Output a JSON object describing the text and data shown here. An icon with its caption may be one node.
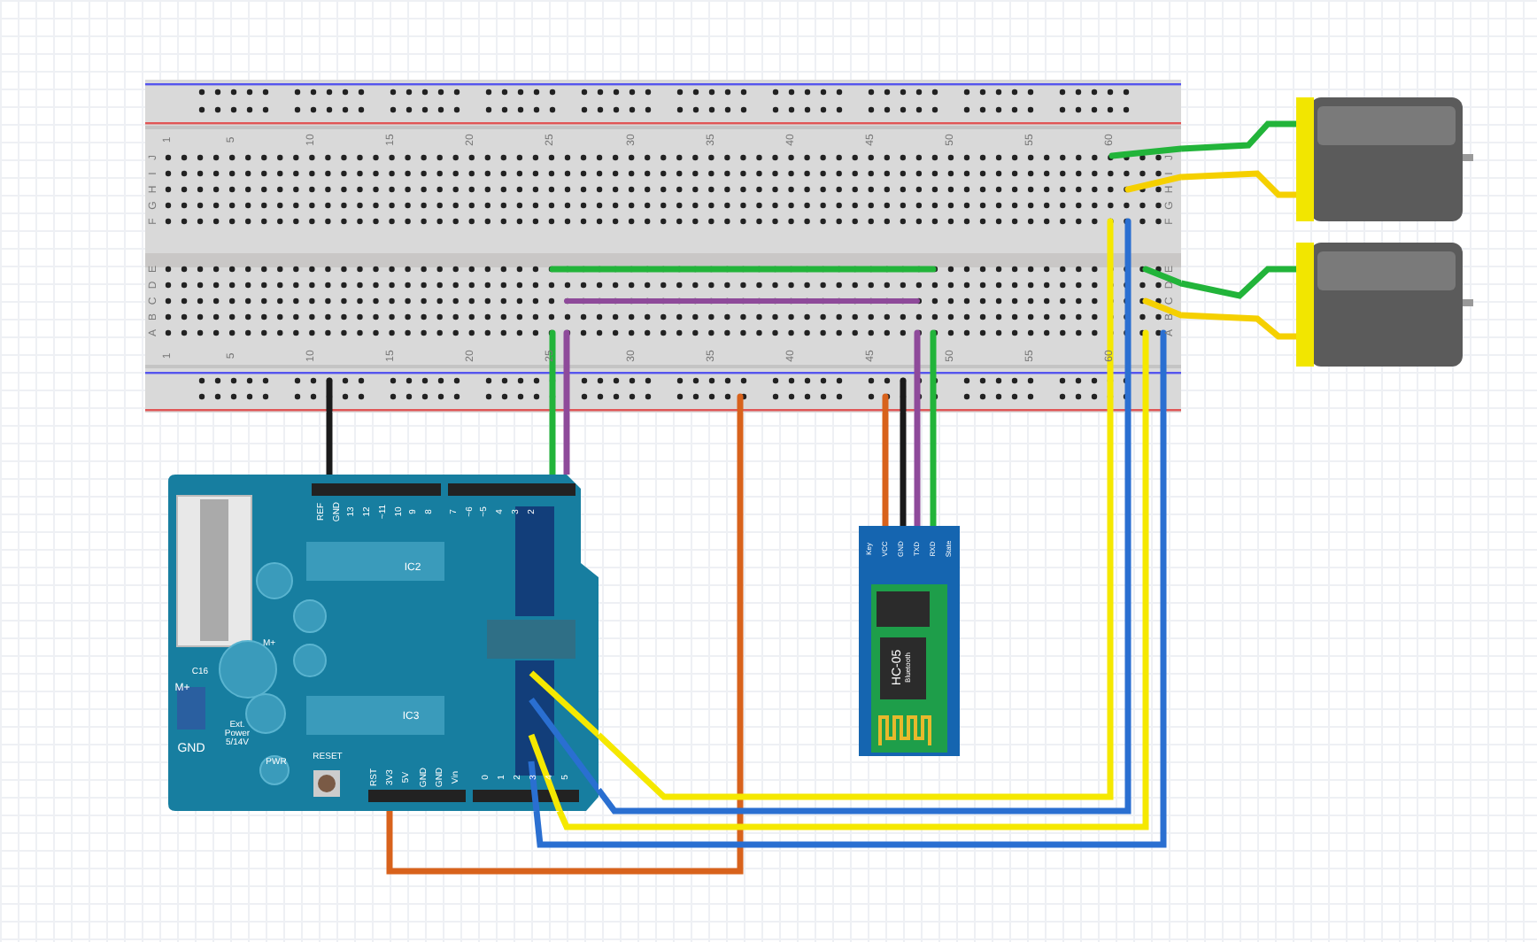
{
  "diagram": {
    "nodes": [
      {
        "text": [],
        "shape": "box"
      },
      {
        "text": [],
        "shape": "box"
      },
      {
        "text": [
          "HC-05",
          "Bluetooth"
        ]
      },
      {
        "text": [],
        "shape": "picture"
      },
      {
        "text": [],
        "shape": "picture"
      }
    ],
    "edges": [
      {
        "from": 1,
        "to": 0,
        "arrow": "none",
        "color": "#1a1a1a"
      },
      {
        "from": 1,
        "to": 0,
        "arrow": "none",
        "color": "#22b43a"
      },
      {
        "from": 1,
        "to": 0,
        "arrow": "none",
        "color": "#8e4a9a"
      },
      {
        "from": 1,
        "to": 0,
        "arrow": "none",
        "color": "#d8621c"
      },
      {
        "from": 0,
        "to": 2,
        "arrow": "none",
        "color": "#d8621c"
      },
      {
        "from": 0,
        "to": 2,
        "arrow": "none",
        "color": "#1a1a1a"
      },
      {
        "from": 0,
        "to": 2,
        "arrow": "none",
        "color": "#8e4a9a"
      },
      {
        "from": 0,
        "to": 2,
        "arrow": "none",
        "color": "#22b43a"
      },
      {
        "from": 0,
        "to": 3,
        "arrow": "none",
        "color": "#22b43a"
      },
      {
        "from": 0,
        "to": 3,
        "arrow": "none",
        "color": "#f5d000"
      },
      {
        "from": 0,
        "to": 4,
        "arrow": "none",
        "color": "#22b43a"
      },
      {
        "from": 0,
        "to": 4,
        "arrow": "none",
        "color": "#f5d000"
      },
      {
        "from": 1,
        "to": 0,
        "arrow": "none",
        "color": "#f5e800"
      },
      {
        "from": 1,
        "to": 0,
        "arrow": "none",
        "color": "#2a6fd1"
      },
      {
        "from": 1,
        "to": 0,
        "arrow": "none",
        "color": "#f5e800"
      },
      {
        "from": 1,
        "to": 0,
        "arrow": "none",
        "color": "#2a6fd1"
      }
    ],
    "labels": [
      "1",
      "5",
      "10",
      "15",
      "20",
      "25",
      "30",
      "35",
      "40",
      "45",
      "50",
      "55",
      "60",
      "J",
      "I",
      "H",
      "G",
      "F",
      "J",
      "I",
      "H",
      "G",
      "F",
      "E",
      "D",
      "C",
      "B",
      "A",
      "E",
      "D",
      "C",
      "B",
      "A",
      "1",
      "5",
      "10",
      "15",
      "20",
      "25",
      "30",
      "35",
      "40",
      "45",
      "50",
      "55",
      "60",
      "REF",
      "GND",
      "13",
      "12",
      "~11",
      "10",
      "9",
      "8",
      "7",
      "~6",
      "~5",
      "4",
      "3",
      "2",
      "IC2",
      "IC3",
      "C16",
      "M+",
      "M+",
      "GND",
      "Ext. Power 5/14V",
      "PWR",
      "RESET",
      "RST",
      "3V3",
      "5V",
      "GND",
      "GND",
      "Vin",
      "0",
      "1",
      "2",
      "3",
      "4",
      "5",
      "Key",
      "VCC",
      "GND",
      "TXD",
      "RXD",
      "State"
    ]
  }
}
